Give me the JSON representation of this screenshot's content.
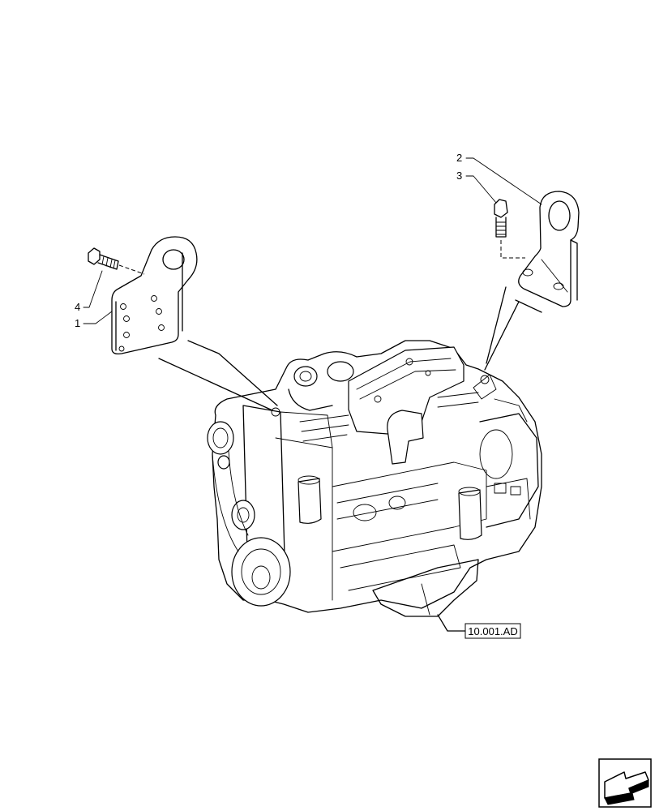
{
  "callouts": {
    "part1": "1",
    "part2": "2",
    "part3": "3",
    "part4": "4"
  },
  "reference": {
    "label": "10.001.AD"
  },
  "nav": {
    "icon": "next-page-arrow-icon"
  }
}
